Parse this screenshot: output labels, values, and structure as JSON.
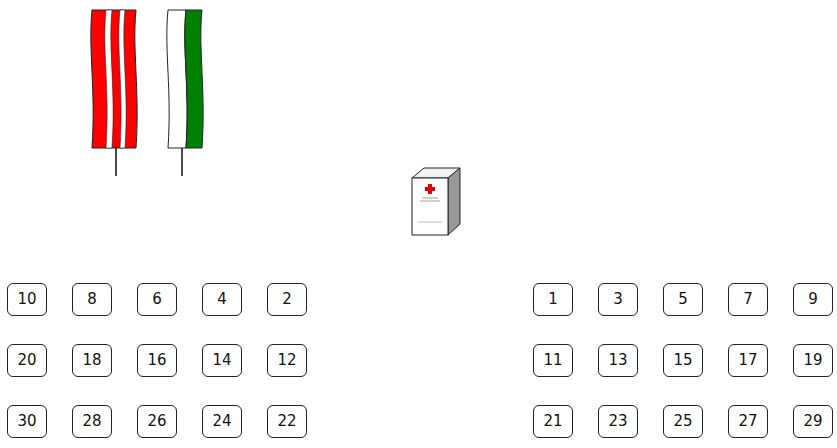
{
  "diagram": {
    "nodes": [
      {
        "text": [
          "10"
        ]
      },
      {
        "text": [
          "8"
        ]
      },
      {
        "text": [
          "6"
        ]
      },
      {
        "text": [
          "4"
        ]
      },
      {
        "text": [
          "2"
        ]
      },
      {
        "text": [
          "1"
        ]
      },
      {
        "text": [
          "3"
        ]
      },
      {
        "text": [
          "5"
        ]
      },
      {
        "text": [
          "7"
        ]
      },
      {
        "text": [
          "9"
        ]
      },
      {
        "text": [
          "20"
        ]
      },
      {
        "text": [
          "18"
        ]
      },
      {
        "text": [
          "16"
        ]
      },
      {
        "text": [
          "14"
        ]
      },
      {
        "text": [
          "12"
        ]
      },
      {
        "text": [
          "11"
        ]
      },
      {
        "text": [
          "13"
        ]
      },
      {
        "text": [
          "15"
        ]
      },
      {
        "text": [
          "17"
        ]
      },
      {
        "text": [
          "19"
        ]
      },
      {
        "text": [
          "30"
        ]
      },
      {
        "text": [
          "28"
        ]
      },
      {
        "text": [
          "26"
        ]
      },
      {
        "text": [
          "24"
        ]
      },
      {
        "text": [
          "22"
        ]
      },
      {
        "text": [
          "21"
        ]
      },
      {
        "text": [
          "23"
        ]
      },
      {
        "text": [
          "25"
        ]
      },
      {
        "text": [
          "27"
        ]
      },
      {
        "text": [
          "29"
        ]
      }
    ]
  }
}
